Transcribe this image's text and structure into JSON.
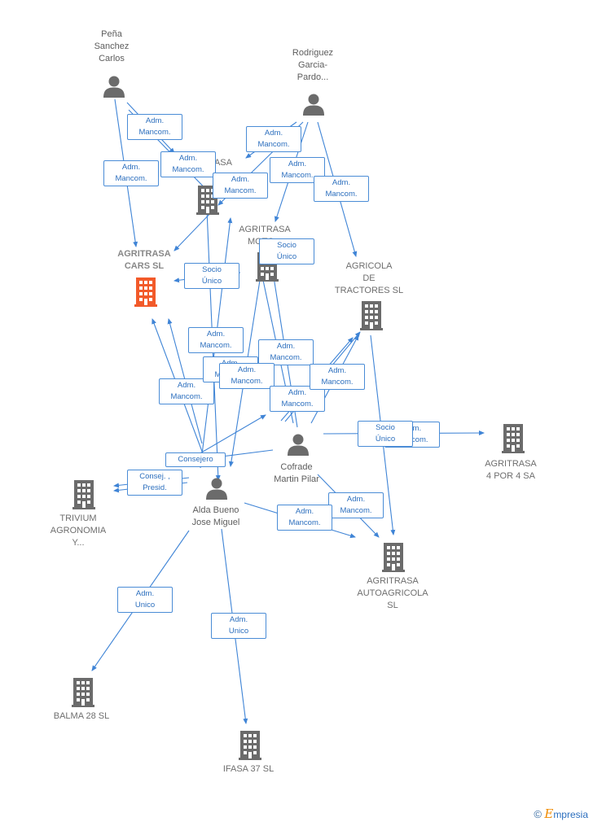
{
  "colors": {
    "edge": "#3f84d6",
    "person": "#6b6b6b",
    "company": "#6b6b6b",
    "focus": "#f25a2a"
  },
  "people": [
    {
      "id": "pena",
      "name": "Peña\nSanchez\nCarlos"
    },
    {
      "id": "rodriguez",
      "name": "Rodriguez\nGarcia-\nPardo..."
    },
    {
      "id": "cofrade",
      "name": "Cofrade\nMartin Pilar"
    },
    {
      "id": "alda",
      "name": "Alda Bueno\nJose Miguel"
    }
  ],
  "companies": [
    {
      "id": "agritrasa_cars",
      "name": "AGRITRASA\nCARS  SL",
      "focus": true
    },
    {
      "id": "agritrasa_top",
      "name": "RASA\n"
    },
    {
      "id": "agritrasa_moto",
      "name": "AGRITRASA\nMOTO..."
    },
    {
      "id": "agricola_tractores",
      "name": "AGRICOLA\nDE\nTRACTORES SL"
    },
    {
      "id": "agritrasa_4por4",
      "name": "AGRITRASA\n4 POR 4 SA"
    },
    {
      "id": "trivium",
      "name": "TRIVIUM\nAGRONOMIA\nY..."
    },
    {
      "id": "agritrasa_autoagricola",
      "name": "AGRITRASA\nAUTOAGRICOLA\nSL"
    },
    {
      "id": "balma",
      "name": "BALMA 28  SL"
    },
    {
      "id": "ifasa",
      "name": "IFASA 37  SL"
    }
  ],
  "edge_labels": [
    "Adm.\nMancom.",
    "Adm.\nMancom.",
    "Adm.\nMancom.",
    "Adm.\nMancom.",
    "Adm.\nMancom.",
    "Adm.\nMancom.",
    "Adm.\nMancom.",
    "Socio\nÚnico",
    "Socio\nÚnico",
    "Adm.\nMancom.",
    "Adm.\nMancom.",
    "Adm.\nMancom.",
    "Adm.\nMancom.",
    "Adm.\nMancom.",
    "Adm.\nMancom.",
    "Adm.\nMancom.",
    "Adm.\nMancom.",
    "Socio\nÚnico",
    "Consejero",
    "Consej. ,\nPresid.",
    "Adm.\nMancom.",
    "Adm.\nMancom.",
    "Adm.\nUnico",
    "Adm.\nUnico"
  ],
  "brand": {
    "copyright": "©",
    "name": "mpresia",
    "initial": "E"
  }
}
